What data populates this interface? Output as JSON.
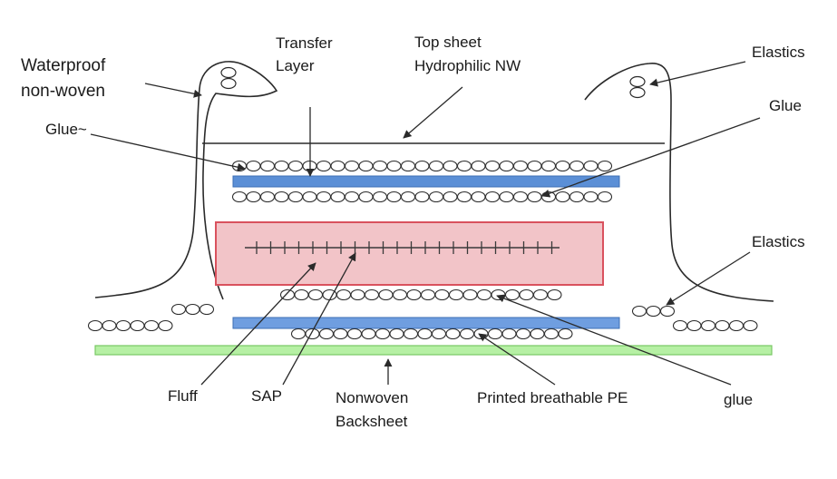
{
  "labels": {
    "waterproof_line1": "Waterproof",
    "waterproof_line2": "non-woven",
    "transfer_line1": "Transfer",
    "transfer_line2": "Layer",
    "topsheet_line1": "Top sheet",
    "topsheet_line2": "Hydrophilic NW",
    "elastics_top": "Elastics",
    "glue_left": "Glue~",
    "glue_right": "Glue",
    "elastics_right": "Elastics",
    "fluff": "Fluff",
    "sap": "SAP",
    "nonwoven_line1": "Nonwoven",
    "nonwoven_line2": "Backsheet",
    "printed_pe": "Printed breathable PE",
    "glue_bottom": "glue"
  },
  "colors": {
    "transfer_layer": "#5b8fd6",
    "core_fill": "#f2c4c8",
    "core_border": "#d9525e",
    "backsheet_layer": "#6f9ee0",
    "pe_film": "#b6f0a4",
    "pe_film_border": "#79c764",
    "ink": "#2a2a2a"
  }
}
